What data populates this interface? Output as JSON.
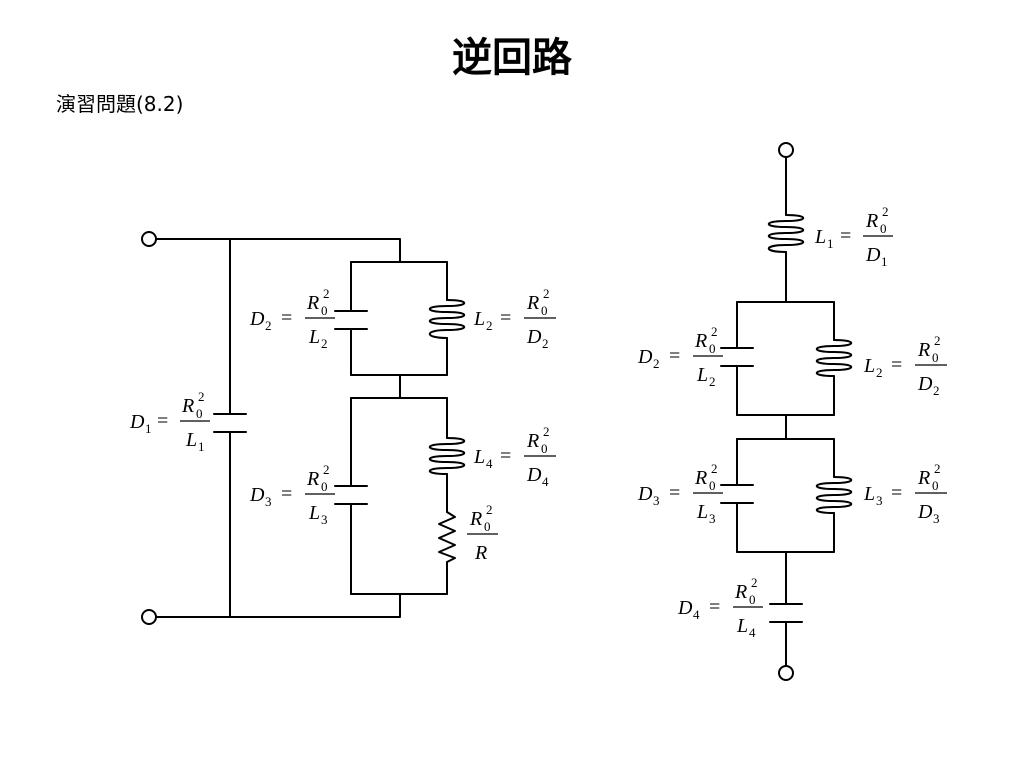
{
  "title": "逆回路",
  "subtitle": "演習問題(8.2)",
  "formula": {
    "numerator_var": "R",
    "numerator_sub": "0",
    "numerator_sup": "2",
    "equals": "="
  },
  "left_circuit": {
    "D1": {
      "lhs": "D",
      "lhs_sub": "1",
      "den": "L",
      "den_sub": "1"
    },
    "D2": {
      "lhs": "D",
      "lhs_sub": "2",
      "den": "L",
      "den_sub": "2"
    },
    "L2": {
      "lhs": "L",
      "lhs_sub": "2",
      "den": "D",
      "den_sub": "2"
    },
    "L4": {
      "lhs": "L",
      "lhs_sub": "4",
      "den": "D",
      "den_sub": "4"
    },
    "D3": {
      "lhs": "D",
      "lhs_sub": "3",
      "den": "L",
      "den_sub": "3"
    },
    "R": {
      "den": "R"
    }
  },
  "right_circuit": {
    "L1": {
      "lhs": "L",
      "lhs_sub": "1",
      "den": "D",
      "den_sub": "1"
    },
    "D2": {
      "lhs": "D",
      "lhs_sub": "2",
      "den": "L",
      "den_sub": "2"
    },
    "L2": {
      "lhs": "L",
      "lhs_sub": "2",
      "den": "D",
      "den_sub": "2"
    },
    "D3": {
      "lhs": "D",
      "lhs_sub": "3",
      "den": "L",
      "den_sub": "3"
    },
    "L3": {
      "lhs": "L",
      "lhs_sub": "3",
      "den": "D",
      "den_sub": "3"
    },
    "D4": {
      "lhs": "D",
      "lhs_sub": "4",
      "den": "L",
      "den_sub": "4"
    }
  }
}
